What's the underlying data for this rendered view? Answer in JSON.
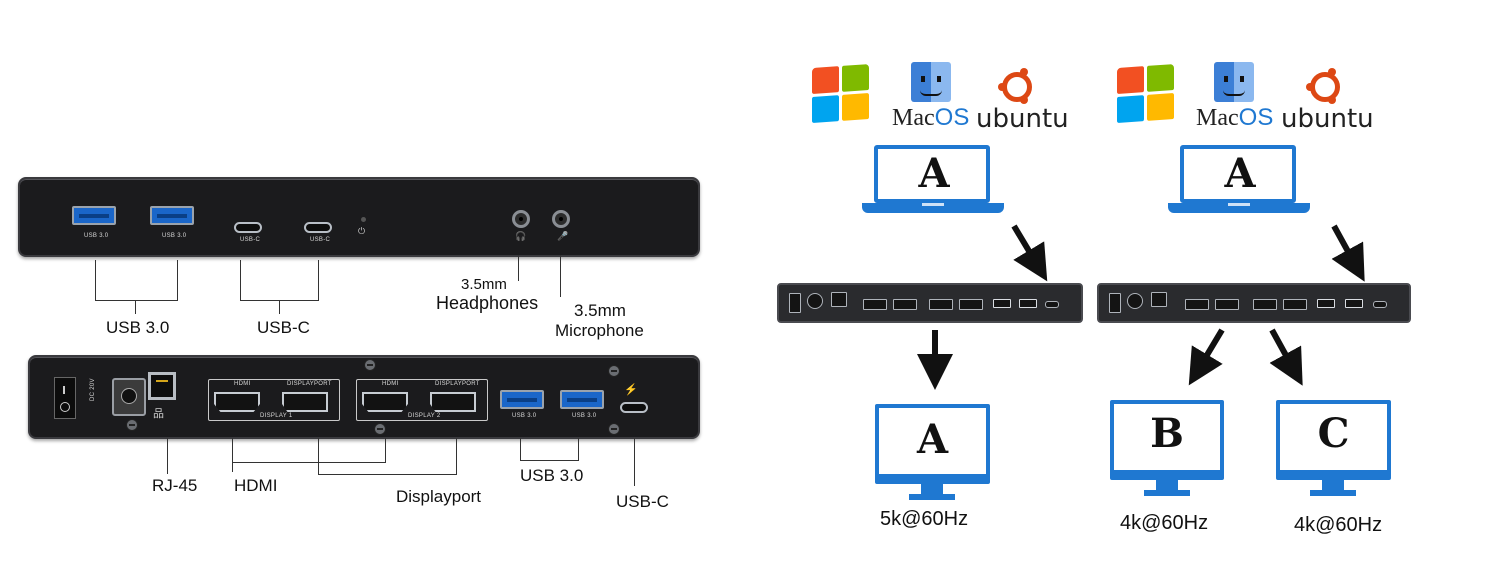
{
  "dock_labels": {
    "front_usb_a": "USB 3.0",
    "front_usb_c": "USB-C",
    "back_hdmi_label": "HDMI",
    "back_dp_label": "DISPLAYPORT",
    "display1": "DISPLAY 1",
    "display2": "DISPLAY 2",
    "dc_label": "DC 20V"
  },
  "callouts": {
    "usb30_front": "USB 3.0",
    "usbc_front": "USB-C",
    "headphones_size": "3.5mm",
    "headphones": "Headphones",
    "mic_size": "3.5mm",
    "microphone": "Microphone",
    "rj45": "RJ-45",
    "hdmi": "HDMI",
    "displayport": "Displayport",
    "usb30_back": "USB 3.0",
    "usbc_back": "USB-C"
  },
  "os_logos": {
    "mac_a": "Mac",
    "mac_b": "OS",
    "ubuntu": "ubuntu"
  },
  "setups": {
    "left": {
      "laptop": "A",
      "monitors": [
        {
          "letter": "A",
          "resolution": "5k@60Hz"
        }
      ]
    },
    "right": {
      "laptop": "A",
      "monitors": [
        {
          "letter": "B",
          "resolution": "4k@60Hz"
        },
        {
          "letter": "C",
          "resolution": "4k@60Hz"
        }
      ]
    }
  },
  "colors": {
    "accent_blue": "#1f78d1",
    "port_blue": "#1a66c9",
    "dock_body": "#1b1b1d"
  }
}
